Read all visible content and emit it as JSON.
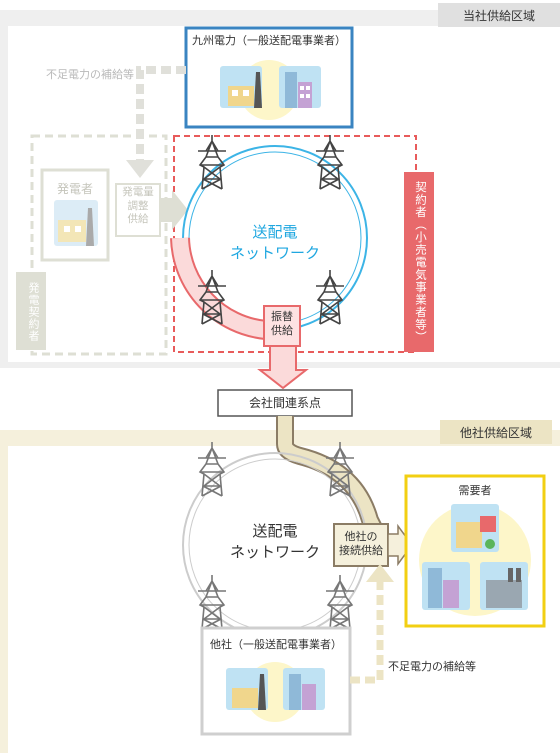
{
  "zones": {
    "own_area": "当社供給区域",
    "other_area": "他社供給区域"
  },
  "kyushu_box": "九州電力（一般送配電事業者）",
  "shortage_top": "不足電力の補給等",
  "generator": {
    "title": "発電者",
    "contract": "発電契約者",
    "adjust": [
      "発電量",
      "調整",
      "供給"
    ]
  },
  "network_top": [
    "送配電",
    "ネットワーク"
  ],
  "retail_contract": "契約者（小売電気事業者等）",
  "swap_supply": [
    "振替",
    "供給"
  ],
  "interconnect": "会社間連系点",
  "network_bottom": [
    "送配電",
    "ネットワーク"
  ],
  "other_connect": [
    "他社の",
    "接続供給"
  ],
  "demand": "需要者",
  "other_company": "他社（一般送配電事業者）",
  "shortage_bottom": "不足電力の補給等",
  "colors": {
    "gray_zone": "#efefef",
    "beige_zone": "#f5f0dc",
    "blue_frame": "#3a84c1",
    "red_dash": "#e85b5b",
    "retail_red": "#e8696b",
    "cyan_circle": "#3cb4e6",
    "yellow_frame": "#f2cf12",
    "gray_frame": "#cfcfcf"
  }
}
